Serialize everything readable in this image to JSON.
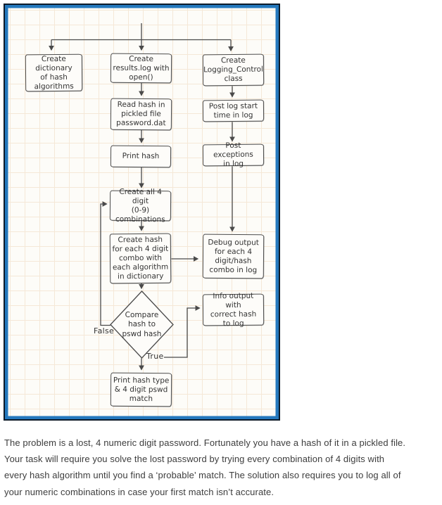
{
  "colors": {
    "frame_outer": "#0d1b29",
    "frame_blue": "#2478bd",
    "grid_line": "#f5e8d7",
    "ink": "#4c4c4c",
    "caption_text": "#3d3d3d"
  },
  "flowchart": {
    "nodes": {
      "create_dictionary": "Create\ndictionary\nof hash\nalgorithms",
      "create_results_log": "Create\nresults.log with\nopen()",
      "create_logging_control": "Create\nLogging_Control\nclass",
      "read_hash": "Read hash in\npickled file\npassword.dat",
      "post_log_start": "Post log start\ntime in log",
      "print_hash": "Print hash",
      "post_exceptions": "Post exceptions\nin log",
      "create_combinations": "Create all 4 digit\n(0-9)\ncombinations",
      "create_hash_combos": "Create hash\nfor each 4 digit\ncombo with\neach algorithm\nin dictionary",
      "debug_output": "Debug output\nfor each 4\ndigit/hash\ncombo in log",
      "compare_hash": "Compare\nhash to\npswd hash",
      "info_output": "Info output with\ncorrect hash\nto log",
      "print_match": "Print hash type\n& 4 digit pswd\nmatch"
    },
    "edge_labels": {
      "false": "False",
      "true": "True"
    }
  },
  "caption": "The problem is a lost, 4 numeric digit password. Fortunately you have a hash of it in a pickled file.\nYour task will require you solve the lost password by trying every combination of 4 digits with\nevery hash algorithm until you find a ‘probable’ match. The solution also requires you to log all of\nyour numeric combinations in case your first match isn’t accurate."
}
